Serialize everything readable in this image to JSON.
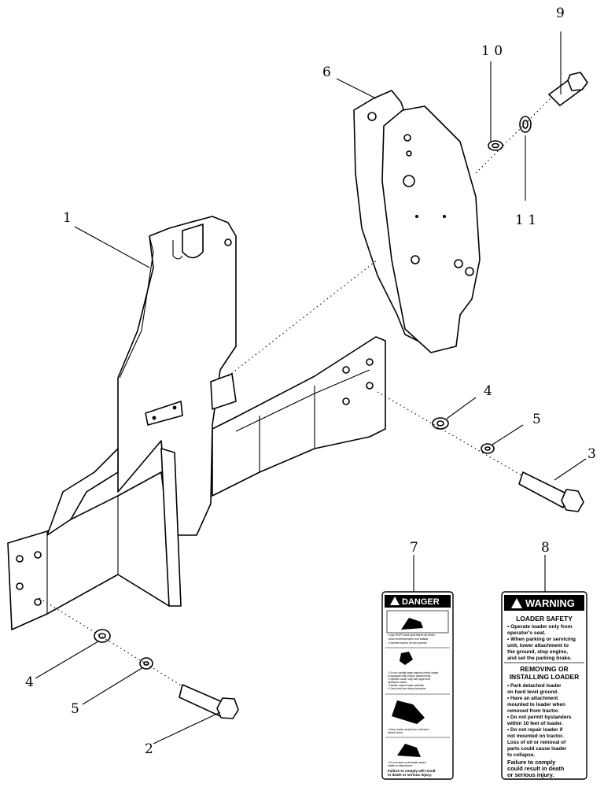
{
  "callouts": [
    {
      "id": "c1",
      "label": "1"
    },
    {
      "id": "c2",
      "label": "2"
    },
    {
      "id": "c3",
      "label": "3"
    },
    {
      "id": "c4a",
      "label": "4"
    },
    {
      "id": "c4b",
      "label": "4"
    },
    {
      "id": "c5a",
      "label": "5"
    },
    {
      "id": "c5b",
      "label": "5"
    },
    {
      "id": "c6",
      "label": "6"
    },
    {
      "id": "c7",
      "label": "7"
    },
    {
      "id": "c8",
      "label": "8"
    },
    {
      "id": "c9",
      "label": "9"
    },
    {
      "id": "c10",
      "label": "1 0"
    },
    {
      "id": "c11",
      "label": "1 1"
    }
  ],
  "danger_decal": {
    "header": "DANGER",
    "lines1": [
      "• Use ROPS and seat belt at all times.",
      "• Add recommended rear ballast.",
      "• Operate tractor at low speeds."
    ],
    "lines2": [
      "• Do not handle large objects unless loader",
      "  is equipped with proper attachments.",
      "• Operate loader only with approved",
      "  hydraulic valves.",
      "• Handle raised loads carefully.",
      "• Carry load low during transport."
    ],
    "lines3": [
      "• Keep loader away from overhead",
      "  electric lines."
    ],
    "lines4": [
      "• Do not work underneath raised",
      "  loader or attachment."
    ],
    "footer": [
      "Failure to comply will result",
      "in death or serious injury."
    ]
  },
  "warning_decal": {
    "header": "WARNING",
    "section1_title": "LOADER SAFETY",
    "section1_items": [
      "• Operate loader only from",
      "  operator's seat.",
      "• When parking or servicing",
      "  unit, lower attachment to",
      "  the ground, stop engine,",
      "  and set the parking brake."
    ],
    "section2_title": [
      "REMOVING OR",
      "INSTALLING LOADER"
    ],
    "section2_items": [
      "• Park detached loader",
      "  on hard level ground.",
      "• Have an attachment",
      "  mounted to loader when",
      "  removed from tractor.",
      "• Do not permit bystanders",
      "  within 10 feet of loader.",
      "• Do not repair loader if",
      "  not mounted on tractor.",
      "  Loss of oil or removal of",
      "  parts could cause loader",
      "  to collapse."
    ],
    "footer": [
      "Failure to comply",
      "could result in death",
      "or serious injury."
    ]
  }
}
